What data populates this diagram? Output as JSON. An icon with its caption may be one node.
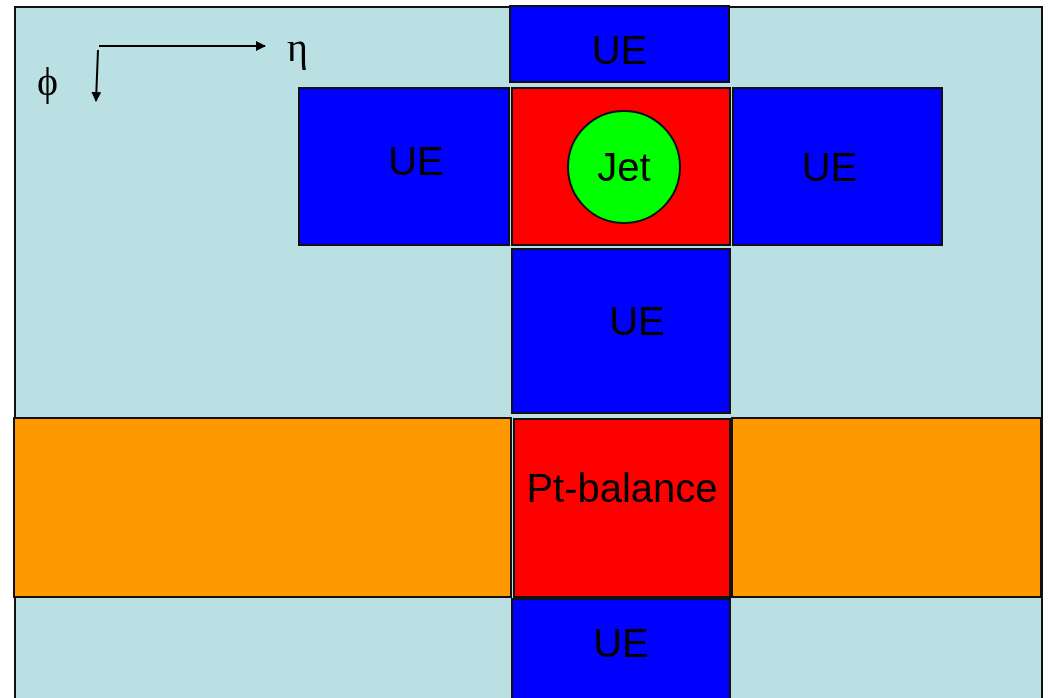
{
  "diagram": {
    "nodes": [
      {
        "text": [
          "UE"
        ]
      },
      {
        "text": [
          "UE"
        ]
      },
      {
        "text": [],
        "shape": "box"
      },
      {
        "text": [
          "Jet"
        ],
        "in": 2
      },
      {
        "text": [
          "UE"
        ]
      },
      {
        "text": [
          "UE"
        ]
      },
      {
        "text": [],
        "shape": "box"
      },
      {
        "text": [
          "Pt-balance"
        ]
      },
      {
        "text": [],
        "shape": "box"
      },
      {
        "text": [
          "UE"
        ]
      }
    ],
    "labels": [
      "η",
      "ϕ"
    ]
  }
}
